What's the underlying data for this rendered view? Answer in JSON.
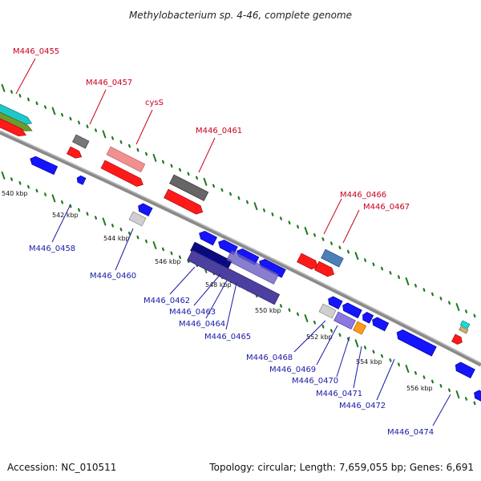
{
  "title": "Methylobacterium sp. 4-46, complete genome",
  "footer": {
    "accession": "Accession: NC_010511",
    "info": "Topology: circular; Length: 7,659,055 bp; Genes: 6,691"
  },
  "colors": {
    "forward_label": "#c8001e",
    "reverse_label": "#1a1aa8",
    "backbone": "#8a8a8a",
    "tick": "#1d7a1d"
  },
  "kbp_labels": [
    "540 kbp",
    "542 kbp",
    "544 kbp",
    "546 kbp",
    "548 kbp",
    "550 kbp",
    "552 kbp",
    "554 kbp",
    "556 kbp"
  ],
  "gene_labels": {
    "forward": [
      "M446_0455",
      "M446_0457",
      "cysS",
      "M446_0461",
      "M446_0466",
      "M446_0467"
    ],
    "reverse": [
      "M446_0458",
      "M446_0460",
      "M446_0462",
      "M446_0463",
      "M446_0464",
      "M446_0465",
      "M446_0468",
      "M446_0469",
      "M446_0470",
      "M446_0471",
      "M446_0472",
      "M446_0474"
    ]
  }
}
